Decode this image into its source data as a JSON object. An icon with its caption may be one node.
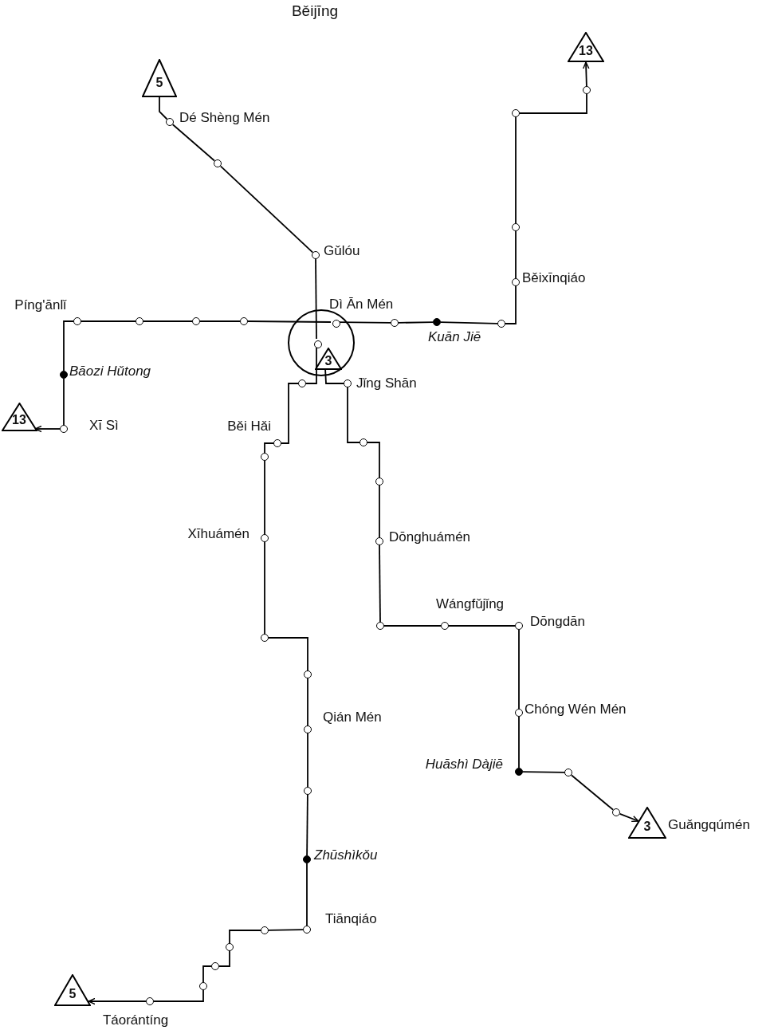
{
  "diagram": {
    "title": "Běijīng",
    "nodes": [
      {
        "text": [
          "5"
        ]
      },
      {
        "text": [],
        "shape": "circle",
        "beside": [
          "Dé Shèng Mén"
        ]
      },
      {
        "text": [],
        "shape": "circle"
      },
      {
        "text": [],
        "shape": "circle",
        "beside": [
          "Gǔlóu"
        ]
      },
      {
        "text": [],
        "shape": "circle"
      },
      {
        "text": [],
        "shape": "circle",
        "in": 4
      },
      {
        "text": [],
        "shape": "circle"
      },
      {
        "text": [],
        "shape": "circle",
        "beside": [
          "Běi Hǎi"
        ]
      },
      {
        "text": [],
        "shape": "circle"
      },
      {
        "text": [],
        "shape": "circle",
        "beside": [
          "Xīhuámén"
        ]
      },
      {
        "text": [],
        "shape": "circle"
      },
      {
        "text": [],
        "shape": "circle"
      },
      {
        "text": [],
        "shape": "circle",
        "beside": [
          "Qián Mén"
        ]
      },
      {
        "text": [],
        "shape": "circle"
      },
      {
        "text": [],
        "shape": "dot",
        "beside": [
          "Zhūshìkǒu"
        ]
      },
      {
        "text": [],
        "shape": "circle",
        "beside": [
          "Tiānqiáo"
        ]
      },
      {
        "text": [],
        "shape": "circle"
      },
      {
        "text": [],
        "shape": "circle"
      },
      {
        "text": [],
        "shape": "circle"
      },
      {
        "text": [],
        "shape": "circle"
      },
      {
        "text": [],
        "shape": "circle"
      },
      {
        "text": [
          "5"
        ],
        "beside": [
          "Táorántíng"
        ]
      },
      {
        "text": [],
        "shape": "circle",
        "beside": [
          "Píng'ānlǐ"
        ]
      },
      {
        "text": [],
        "shape": "circle"
      },
      {
        "text": [],
        "shape": "circle"
      },
      {
        "text": [],
        "shape": "circle"
      },
      {
        "text": [],
        "shape": "circle",
        "in": 4,
        "beside": [
          "Dì Ān Mén"
        ]
      },
      {
        "text": [],
        "shape": "circle"
      },
      {
        "text": [],
        "shape": "dot",
        "beside": [
          "Kuān Jiē"
        ]
      },
      {
        "text": [],
        "shape": "circle"
      },
      {
        "text": [],
        "shape": "circle",
        "beside": [
          "Běixīnqiáo"
        ]
      },
      {
        "text": [],
        "shape": "circle"
      },
      {
        "text": [],
        "shape": "circle"
      },
      {
        "text": [],
        "shape": "circle"
      },
      {
        "text": [
          "13"
        ]
      },
      {
        "text": [],
        "shape": "dot",
        "beside": [
          "Bāozi Hǔtong"
        ]
      },
      {
        "text": [],
        "shape": "circle",
        "beside": [
          "Xī Sì"
        ]
      },
      {
        "text": [
          "13"
        ]
      },
      {
        "text": [
          "3"
        ],
        "in": 4
      },
      {
        "text": [],
        "shape": "circle",
        "beside": [
          "Jǐng Shān"
        ]
      },
      {
        "text": [],
        "shape": "circle"
      },
      {
        "text": [],
        "shape": "circle"
      },
      {
        "text": [],
        "shape": "circle",
        "beside": [
          "Dōnghuámén"
        ]
      },
      {
        "text": [],
        "shape": "circle"
      },
      {
        "text": [],
        "shape": "circle",
        "beside": [
          "Wángfǔjǐng"
        ]
      },
      {
        "text": [],
        "shape": "circle",
        "beside": [
          "Dōngdān"
        ]
      },
      {
        "text": [],
        "shape": "circle",
        "beside": [
          "Chóng Wén Mén"
        ]
      },
      {
        "text": [],
        "shape": "dot",
        "beside": [
          "Huāshì Dàjiē"
        ]
      },
      {
        "text": [],
        "shape": "circle"
      },
      {
        "text": [],
        "shape": "circle"
      },
      {
        "text": [
          "3"
        ],
        "beside": [
          "Guǎngqúmén"
        ]
      }
    ],
    "edges": [
      {
        "from": 0,
        "to": 1,
        "arrow": "none"
      },
      {
        "from": 1,
        "to": 2,
        "arrow": "none"
      },
      {
        "from": 2,
        "to": 3,
        "arrow": "none"
      },
      {
        "from": 3,
        "to": 5,
        "arrow": "none"
      },
      {
        "from": 5,
        "to": 6,
        "arrow": "none"
      },
      {
        "from": 6,
        "to": 7,
        "arrow": "none"
      },
      {
        "from": 7,
        "to": 8,
        "arrow": "none"
      },
      {
        "from": 8,
        "to": 9,
        "arrow": "none"
      },
      {
        "from": 9,
        "to": 10,
        "arrow": "none"
      },
      {
        "from": 10,
        "to": 11,
        "arrow": "none"
      },
      {
        "from": 11,
        "to": 12,
        "arrow": "none"
      },
      {
        "from": 12,
        "to": 13,
        "arrow": "none"
      },
      {
        "from": 13,
        "to": 14,
        "arrow": "none"
      },
      {
        "from": 14,
        "to": 15,
        "arrow": "none"
      },
      {
        "from": 15,
        "to": 16,
        "arrow": "none"
      },
      {
        "from": 16,
        "to": 17,
        "arrow": "none"
      },
      {
        "from": 17,
        "to": 18,
        "arrow": "none"
      },
      {
        "from": 18,
        "to": 19,
        "arrow": "none"
      },
      {
        "from": 19,
        "to": 20,
        "arrow": "none"
      },
      {
        "from": 20,
        "to": 21,
        "arrow": "to"
      },
      {
        "from": 22,
        "to": 23,
        "arrow": "none"
      },
      {
        "from": 23,
        "to": 24,
        "arrow": "none"
      },
      {
        "from": 24,
        "to": 25,
        "arrow": "none"
      },
      {
        "from": 25,
        "to": 26,
        "arrow": "none"
      },
      {
        "from": 26,
        "to": 27,
        "arrow": "none"
      },
      {
        "from": 27,
        "to": 28,
        "arrow": "none"
      },
      {
        "from": 28,
        "to": 29,
        "arrow": "none"
      },
      {
        "from": 29,
        "to": 30,
        "arrow": "none"
      },
      {
        "from": 30,
        "to": 31,
        "arrow": "none"
      },
      {
        "from": 31,
        "to": 32,
        "arrow": "none"
      },
      {
        "from": 32,
        "to": 33,
        "arrow": "none"
      },
      {
        "from": 33,
        "to": 34,
        "arrow": "to"
      },
      {
        "from": 22,
        "to": 35,
        "arrow": "none"
      },
      {
        "from": 35,
        "to": 36,
        "arrow": "none"
      },
      {
        "from": 36,
        "to": 37,
        "arrow": "to"
      },
      {
        "from": 38,
        "to": 39,
        "arrow": "none"
      },
      {
        "from": 39,
        "to": 40,
        "arrow": "none"
      },
      {
        "from": 40,
        "to": 41,
        "arrow": "none"
      },
      {
        "from": 41,
        "to": 42,
        "arrow": "none"
      },
      {
        "from": 42,
        "to": 43,
        "arrow": "none"
      },
      {
        "from": 43,
        "to": 44,
        "arrow": "none"
      },
      {
        "from": 44,
        "to": 45,
        "arrow": "none"
      },
      {
        "from": 45,
        "to": 46,
        "arrow": "none"
      },
      {
        "from": 46,
        "to": 47,
        "arrow": "none"
      },
      {
        "from": 47,
        "to": 48,
        "arrow": "none"
      },
      {
        "from": 48,
        "to": 49,
        "arrow": "none"
      },
      {
        "from": 49,
        "to": 50,
        "arrow": "to"
      }
    ]
  }
}
